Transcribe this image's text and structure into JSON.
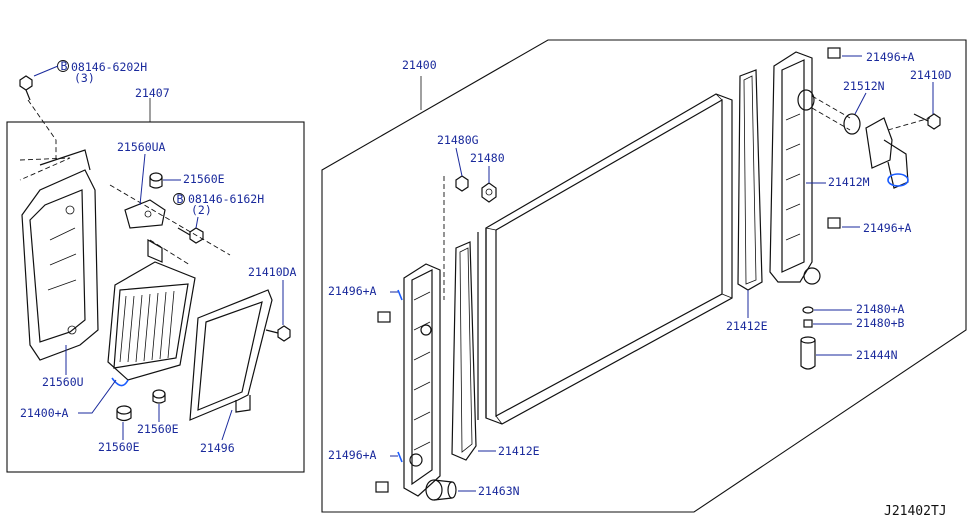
{
  "diagram": {
    "reference_code": "J21402TJ",
    "labels": {
      "bolt_08146_6202H": "08146-6202H",
      "bolt_08146_6202H_qty": "(3)",
      "bolt_08146_6162H": "08146-6162H",
      "bolt_08146_6162H_qty": "(2)",
      "circled_B": "B",
      "p21407": "21407",
      "p21400": "21400",
      "p21560UA": "21560UA",
      "p21560E_top": "21560E",
      "p21410DA": "21410DA",
      "p21560U": "21560U",
      "p21400A": "21400+A",
      "p21560E_bottom_left": "21560E",
      "p21560E_bottom_right": "21560E",
      "p21496_duct": "21496",
      "p21480G": "21480G",
      "p21480": "21480",
      "p21496A_left_top": "21496+A",
      "p21496A_left_bottom": "21496+A",
      "p21412E_left": "21412E",
      "p21463N": "21463N",
      "p21412E_right": "21412E",
      "p21496A_right_top": "21496+A",
      "p21512N": "21512N",
      "p21410D": "21410D",
      "p21412M": "21412M",
      "p21496A_right_mid": "21496+A",
      "p21480A": "21480+A",
      "p21480B": "21480+B",
      "p21444N": "21444N"
    }
  }
}
